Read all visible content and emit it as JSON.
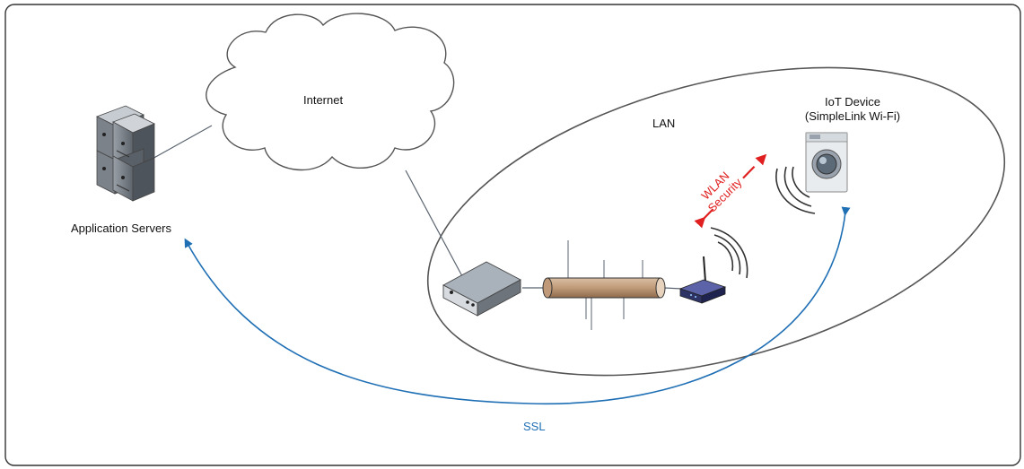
{
  "labels": {
    "internet": "Internet",
    "lan": "LAN",
    "app_servers": "Application Servers",
    "iot_device_line1": "IoT Device",
    "iot_device_line2": "(SimpleLink Wi-Fi)",
    "wlan_line1": "WLAN",
    "wlan_line2": "Security",
    "ssl": "SSL"
  },
  "colors": {
    "frame": "#333333",
    "connector": "#5a6470",
    "ssl_arrow": "#1f6fb5",
    "wlan_arrow": "#e02020",
    "pipe": "#c8a98a"
  },
  "icons": [
    "server-rack-icon",
    "cloud-icon",
    "modem-icon",
    "network-bus-icon",
    "wifi-router-icon",
    "washing-machine-icon",
    "wifi-waves-icon"
  ]
}
